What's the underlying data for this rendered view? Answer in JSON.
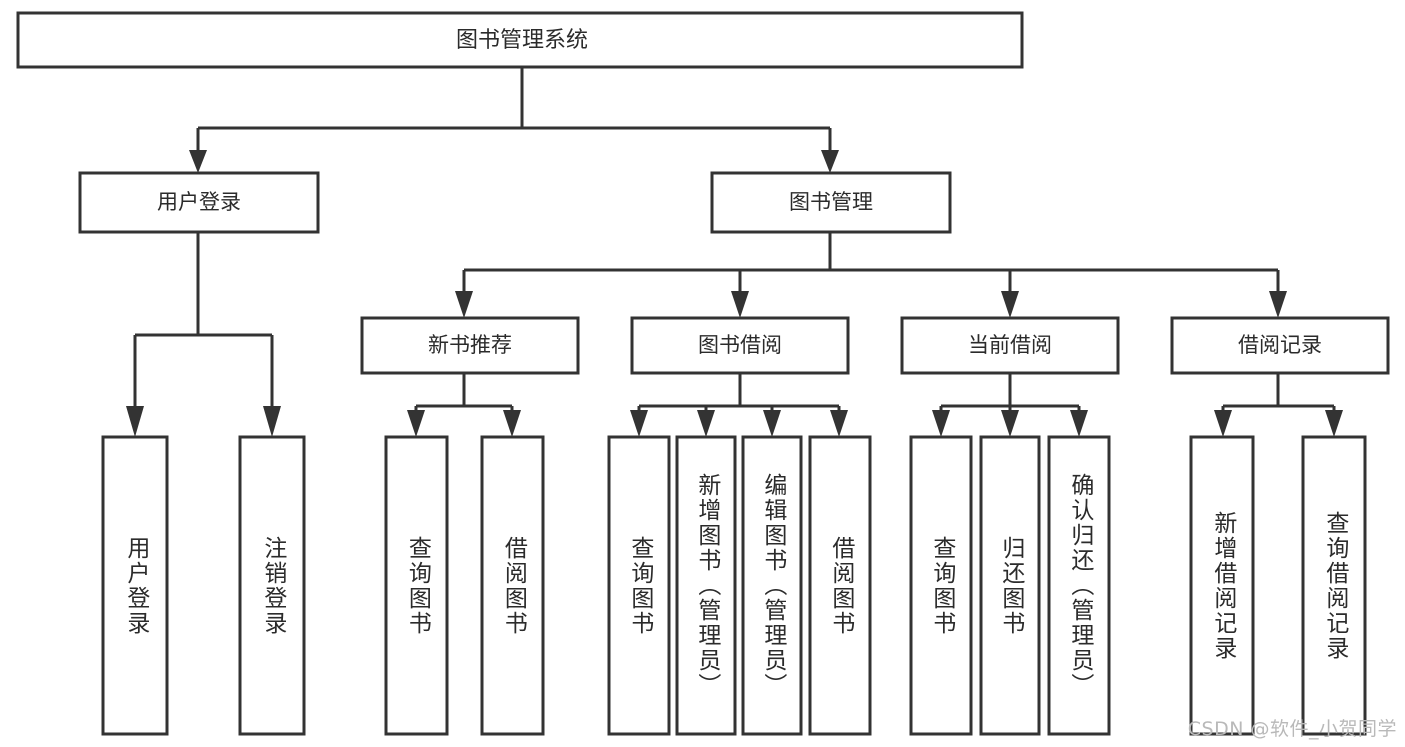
{
  "diagram": {
    "type": "tree",
    "title": "图书管理系统",
    "watermark": "CSDN @软件_小贺同学",
    "colors": {
      "stroke": "#333333",
      "box_fill": "#ffffff",
      "text": "#2b2b2b",
      "background": "#ffffff",
      "watermark": "#b9b9b9"
    },
    "nodes": {
      "root": {
        "label": "图书管理系统"
      },
      "level2": [
        {
          "label": "用户登录"
        },
        {
          "label": "图书管理"
        }
      ],
      "level3": [
        {
          "label": "新书推荐"
        },
        {
          "label": "图书借阅"
        },
        {
          "label": "当前借阅"
        },
        {
          "label": "借阅记录"
        }
      ],
      "leaves": [
        {
          "label": "用户登录",
          "parent": "用户登录"
        },
        {
          "label": "注销登录",
          "parent": "用户登录"
        },
        {
          "label": "查询图书",
          "parent": "新书推荐"
        },
        {
          "label": "借阅图书",
          "parent": "新书推荐"
        },
        {
          "label": "查询图书",
          "parent": "图书借阅"
        },
        {
          "label": "新增图书（管理员）",
          "parent": "图书借阅"
        },
        {
          "label": "编辑图书（管理员）",
          "parent": "图书借阅"
        },
        {
          "label": "借阅图书",
          "parent": "图书借阅"
        },
        {
          "label": "查询图书",
          "parent": "当前借阅"
        },
        {
          "label": "归还图书",
          "parent": "当前借阅"
        },
        {
          "label": "确认归还（管理员）",
          "parent": "当前借阅"
        },
        {
          "label": "新增借阅记录",
          "parent": "借阅记录"
        },
        {
          "label": "查询借阅记录",
          "parent": "借阅记录"
        }
      ]
    }
  }
}
